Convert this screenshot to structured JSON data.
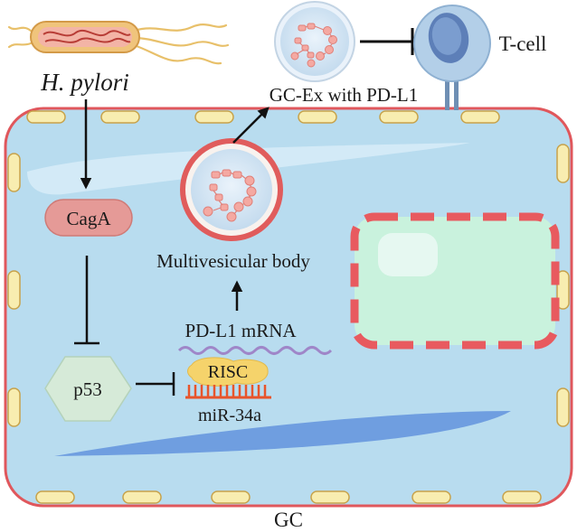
{
  "labels": {
    "h_pylori": "H. pylori",
    "cagA": "CagA",
    "p53": "p53",
    "risc": "RISC",
    "mir34a": "miR-34a",
    "pdl1_mrna": "PD-L1 mRNA",
    "mvb": "Multivesicular body",
    "gc_ex": "GC-Ex with PD-L1",
    "t_cell": "T-cell",
    "gc": "GC"
  },
  "colors": {
    "cell_fill": "#b8dcef",
    "cell_border": "#e0575c",
    "vesicle_ring": "#e05c5c",
    "nucleus_fill": "#c9f2dd",
    "nucleus_dash": "#e85a5f",
    "mrna": "#9f86c8",
    "mirna": "#e8542b",
    "risc": "#f5d36b",
    "cagA": "#e59a97",
    "p53": "#d6ead8",
    "tcell": "#b3cfe8"
  },
  "icons": [
    "bacterium-icon",
    "t-cell-icon",
    "exosome-icon",
    "vesicle-icon",
    "inhibition-arrow-icon"
  ]
}
